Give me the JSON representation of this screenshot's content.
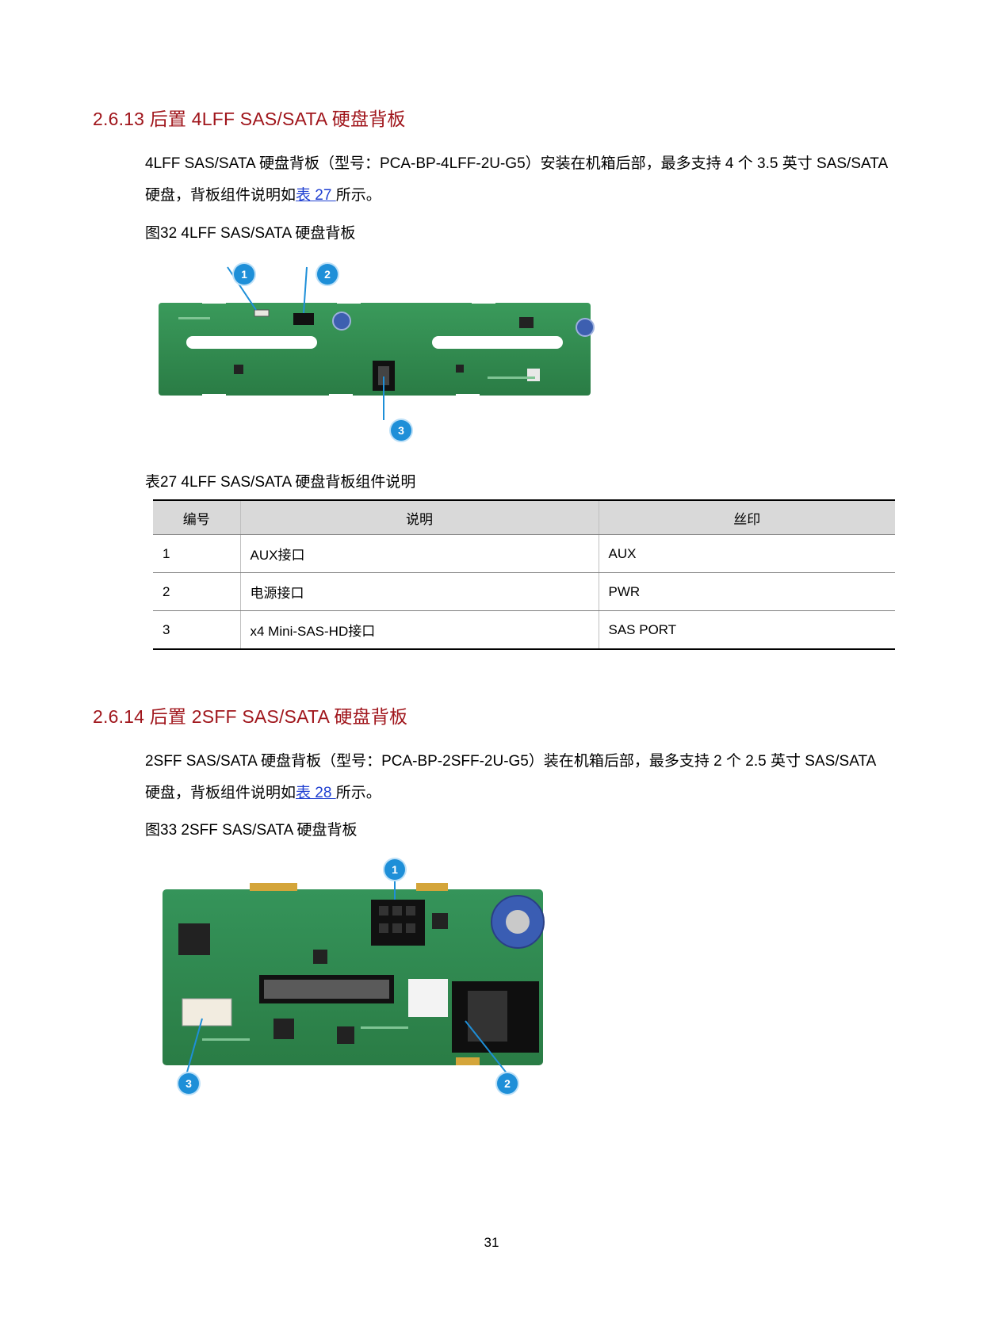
{
  "section1": {
    "heading": "2.6.13  后置 4LFF SAS/SATA 硬盘背板",
    "para_a": "4LFF SAS/SATA 硬盘背板（型号：PCA-BP-4LFF-2U-G5）安装在机箱后部，最多支持 4 个 3.5 英寸 SAS/SATA 硬盘，背板组件说明如",
    "para_link": "表 27 ",
    "para_b": "所示。",
    "figure_caption": "图32  4LFF SAS/SATA 硬盘背板",
    "callouts": [
      "1",
      "2",
      "3"
    ],
    "table_caption": "表27  4LFF SAS/SATA 硬盘背板组件说明",
    "table": {
      "headers": [
        "编号",
        "说明",
        "丝印"
      ],
      "rows": [
        [
          "1",
          "AUX接口",
          "AUX"
        ],
        [
          "2",
          "电源接口",
          "PWR"
        ],
        [
          "3",
          "x4 Mini-SAS-HD接口",
          "SAS PORT"
        ]
      ]
    }
  },
  "section2": {
    "heading": "2.6.14  后置 2SFF SAS/SATA 硬盘背板",
    "para_a": "2SFF SAS/SATA 硬盘背板（型号：PCA-BP-2SFF-2U-G5）装在机箱后部，最多支持 2 个 2.5 英寸 SAS/SATA 硬盘，背板组件说明如",
    "para_link": "表 28 ",
    "para_b": "所示。",
    "figure_caption": "图33  2SFF SAS/SATA 硬盘背板",
    "callouts": [
      "1",
      "2",
      "3"
    ]
  },
  "page_number": "31",
  "colors": {
    "heading": "#a0161c",
    "link": "#1f3fd1",
    "pcb": "#2f8a4e",
    "callout": "#1e8fd8"
  }
}
